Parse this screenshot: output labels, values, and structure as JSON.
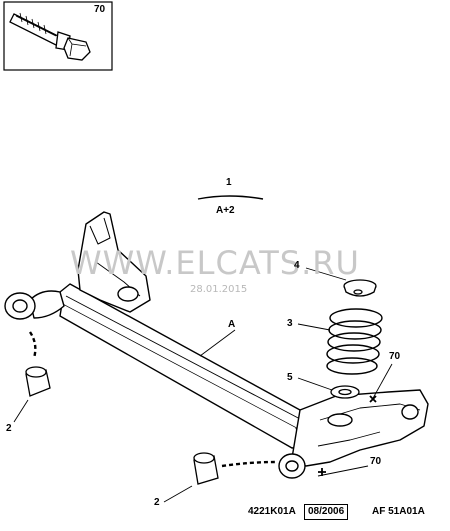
{
  "inset": {
    "qty": "70"
  },
  "header": {
    "top": "1",
    "bottom": "A+2"
  },
  "watermark": {
    "site": "WWW.ELCATS.RU",
    "date": "28.01.2015"
  },
  "callouts": {
    "a": "A",
    "spring_seat_upper": "4",
    "coil_spring": "3",
    "spring_seat_lower": "5",
    "bolt_right": "70",
    "bolt_lower": "70",
    "bushing_left": "2",
    "bushing_lower": "2"
  },
  "footer": {
    "code": "4221K01A",
    "date": "08/2006",
    "ref": "AF 51A01A"
  },
  "icons": [
    "bolt-icon",
    "rear-axle-beam",
    "coil-spring",
    "bushing",
    "spring-seat",
    "cross-marker"
  ]
}
